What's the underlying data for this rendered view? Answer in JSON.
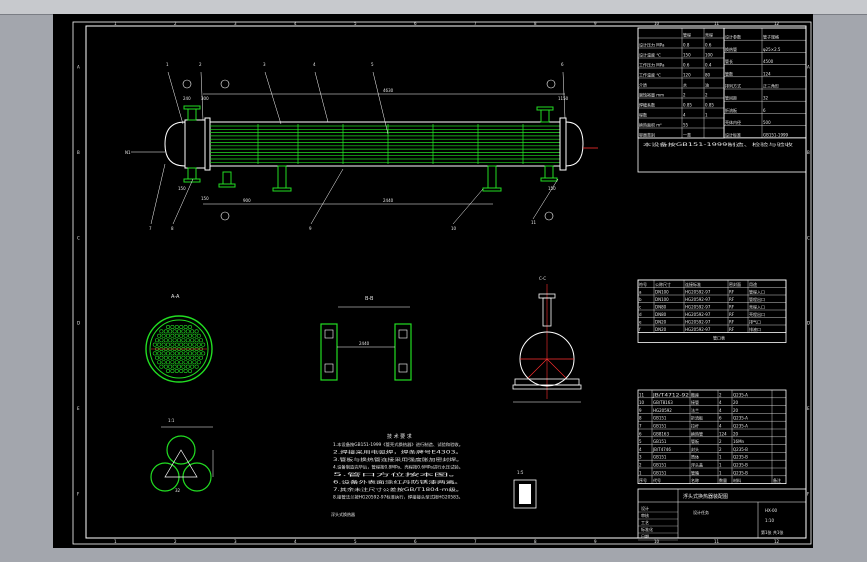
{
  "frame": {
    "col_marks": [
      "1",
      "2",
      "3",
      "4",
      "5",
      "6",
      "7",
      "8",
      "9",
      "10",
      "11",
      "12"
    ],
    "row_marks": [
      "A",
      "B",
      "C",
      "D",
      "E",
      "F"
    ]
  },
  "main_view": {
    "dims": {
      "total": "4630",
      "spacing": "2440",
      "left_offset": "900",
      "top_right": "1150",
      "left_a": "240",
      "left_b": "300",
      "left_c": "150",
      "bottom_b": "150",
      "right_a": "150"
    },
    "callout_numbers": [
      "1",
      "2",
      "3",
      "4",
      "5",
      "6",
      "7",
      "8",
      "9",
      "10",
      "11"
    ],
    "flow_in": "N1"
  },
  "section_views": {
    "tube_layout_title": "A-A",
    "support_title": "B-B",
    "support_dim": "2440",
    "end_view_title": "C-C",
    "pitch_title": "1:1",
    "pitch_dim": "32"
  },
  "tech_notes": {
    "title": "技 术 要 求",
    "items": [
      "1.本设备按GB151-1999《管壳式换热器》进行制造、试验和验收。",
      "2.焊接采用电弧焊，焊条牌号E4303。",
      "3.管板与换热管连接采用强度胀加密封焊。",
      "4.设备制造完毕后，管程按0.8MPa、壳程按0.6MPa进行水压试验。",
      "5.管口方位按本图。",
      "6.设备外表面涂红丹防锈漆两遍。",
      "7.其余未注尺寸公差按GB/T1804-m级。",
      "8.接管法兰按HG20592-97标准执行，焊接接头型式按HG20583。"
    ],
    "footer": "浮头式换热器"
  },
  "scale_box": {
    "top": "1:5",
    "bottom": "1:10"
  },
  "design_table": {
    "header": [
      "",
      "管程",
      "壳程"
    ],
    "rows": [
      [
        "设计压力 MPa",
        "0.8",
        "0.6"
      ],
      [
        "设计温度 ℃",
        "150",
        "100"
      ],
      [
        "工作压力 MPa",
        "0.6",
        "0.4"
      ],
      [
        "工作温度 ℃",
        "120",
        "80"
      ],
      [
        "介质",
        "水",
        "油"
      ],
      [
        "腐蚀裕量 mm",
        "2",
        "2"
      ],
      [
        "焊缝系数",
        "0.85",
        "0.85"
      ],
      [
        "程数",
        "4",
        "1"
      ],
      [
        "换热面积 m²",
        "55",
        ""
      ],
      [
        "容器类别",
        "一类",
        ""
      ]
    ],
    "right_header": [
      "设计参数",
      "管子规格"
    ],
    "right_rows": [
      [
        "换热管",
        "φ25×2.5"
      ],
      [
        "管长",
        "4500"
      ],
      [
        "管数",
        "124"
      ],
      [
        "排列方式",
        "正三角形"
      ],
      [
        "管间距",
        "32"
      ],
      [
        "折流板",
        "6"
      ],
      [
        "壳体内径",
        "500"
      ],
      [
        "设计标准",
        "GB151-1999"
      ]
    ],
    "footer": "本设备按GB151-1999制造、检验与验收"
  },
  "nozzle_table": {
    "title": "管口表",
    "header": [
      "符号",
      "公称尺寸",
      "连接标准",
      "密封面",
      "用途"
    ],
    "rows": [
      [
        "a",
        "DN100",
        "HG20592-97",
        "RF",
        "管程入口"
      ],
      [
        "b",
        "DN100",
        "HG20592-97",
        "RF",
        "管程出口"
      ],
      [
        "c",
        "DN80",
        "HG20592-97",
        "RF",
        "壳程入口"
      ],
      [
        "d",
        "DN80",
        "HG20592-97",
        "RF",
        "壳程出口"
      ],
      [
        "e",
        "DN20",
        "HG20592-97",
        "RF",
        "排气口"
      ],
      [
        "f",
        "DN20",
        "HG20592-97",
        "RF",
        "排液口"
      ]
    ]
  },
  "parts_table": {
    "header": [
      "序号",
      "代号",
      "名称",
      "数量",
      "材料",
      "备注"
    ],
    "rows": [
      [
        "11",
        "JB/T4712-92",
        "鞍座",
        "2",
        "Q235-A",
        ""
      ],
      [
        "10",
        "GB/T8163",
        "接管",
        "4",
        "20",
        ""
      ],
      [
        "9",
        "HG20592",
        "法兰",
        "4",
        "20",
        ""
      ],
      [
        "8",
        "GB151",
        "折流板",
        "6",
        "Q235-A",
        ""
      ],
      [
        "7",
        "GB151",
        "拉杆",
        "4",
        "Q235-A",
        ""
      ],
      [
        "6",
        "GB8163",
        "换热管",
        "124",
        "20",
        ""
      ],
      [
        "5",
        "GB151",
        "管板",
        "2",
        "16Mn",
        ""
      ],
      [
        "4",
        "JB/T4746",
        "封头",
        "2",
        "Q235-B",
        ""
      ],
      [
        "3",
        "GB151",
        "筒体",
        "1",
        "Q235-B",
        ""
      ],
      [
        "2",
        "GB151",
        "浮头盖",
        "1",
        "Q235-B",
        ""
      ],
      [
        "1",
        "GB151",
        "管箱",
        "1",
        "Q235-B",
        ""
      ]
    ]
  },
  "title_block": {
    "left_cells": [
      "设计",
      "审核",
      "工艺",
      "标准化",
      "日期"
    ],
    "main_title": "浮头式换热器装配图",
    "school": "设计任务",
    "drawing_no": "HX-00",
    "scale": "1:10",
    "sheet": "第1张 共1张"
  },
  "colors": {
    "line": "#ffffff",
    "green": "#22dd22",
    "red": "#ff3030",
    "bg": "#000000",
    "cyan_text": "#e6e6e6"
  }
}
